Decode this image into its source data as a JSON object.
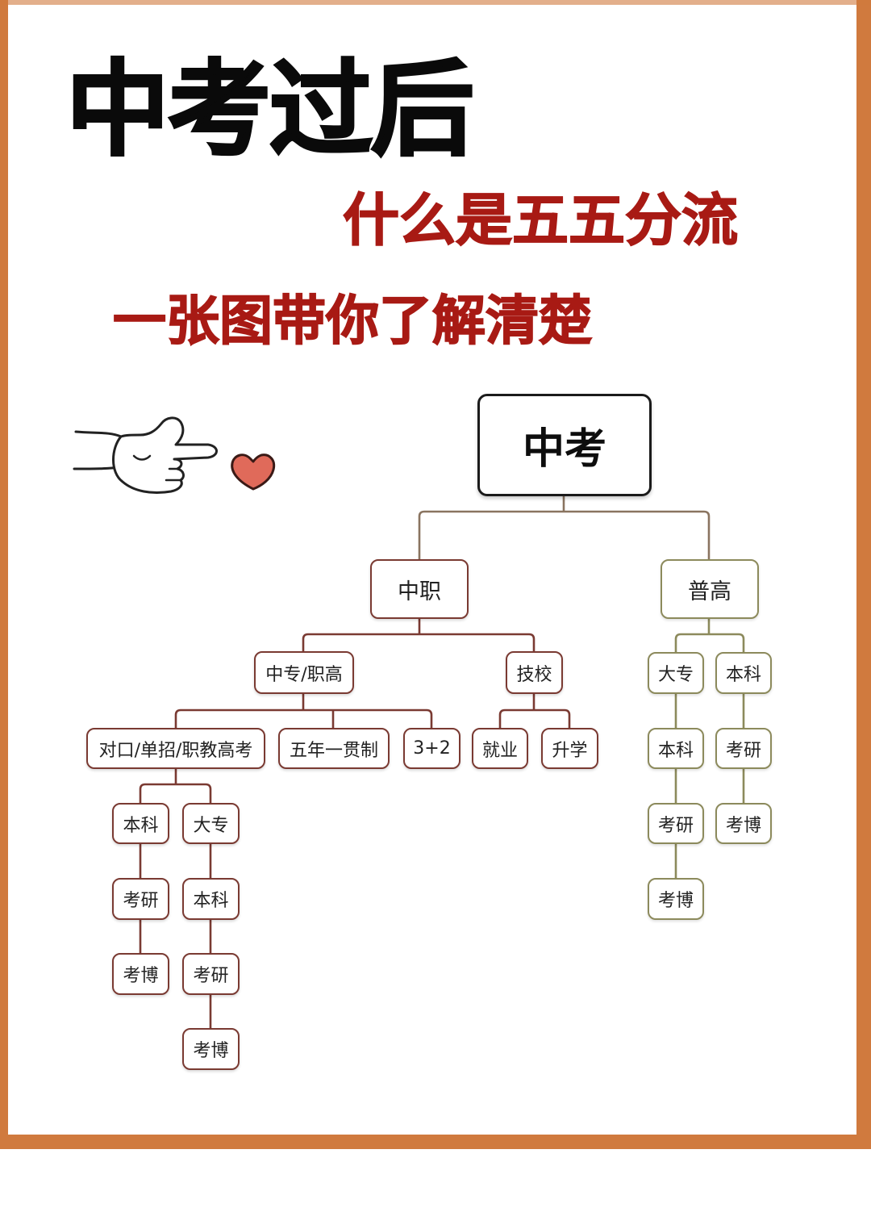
{
  "header": {
    "title": "中考过后",
    "subtitle": "什么是五五分流",
    "tagline": "一张图带你了解清楚"
  },
  "colors": {
    "frame": "#d07a3e",
    "title": "#0a0a0a",
    "accent": "#a81a14",
    "vocational_branch": "#7a3a32",
    "academic_branch": "#8c8a5c",
    "heart": "#e06a5a"
  },
  "decorations": [
    "pointing-hand-icon",
    "heart-icon"
  ],
  "tree": {
    "root": "中考",
    "vocational": {
      "label": "中职",
      "zhongzhuan": {
        "label": "中专/职高",
        "duikou": {
          "label": "对口/单招/职教高考",
          "benke_path": [
            "本科",
            "考研",
            "考博"
          ],
          "dazhuan_path": [
            "大专",
            "本科",
            "考研",
            "考博"
          ]
        },
        "wunian": "五年一贯制",
        "three_plus_two": "3+2"
      },
      "jixiao": {
        "label": "技校",
        "jiuye": "就业",
        "shengxue": "升学"
      }
    },
    "academic": {
      "label": "普高",
      "dazhuan_path": [
        "大专",
        "本科",
        "考研",
        "考博"
      ],
      "benke_path": [
        "本科",
        "考研",
        "考博"
      ]
    }
  }
}
